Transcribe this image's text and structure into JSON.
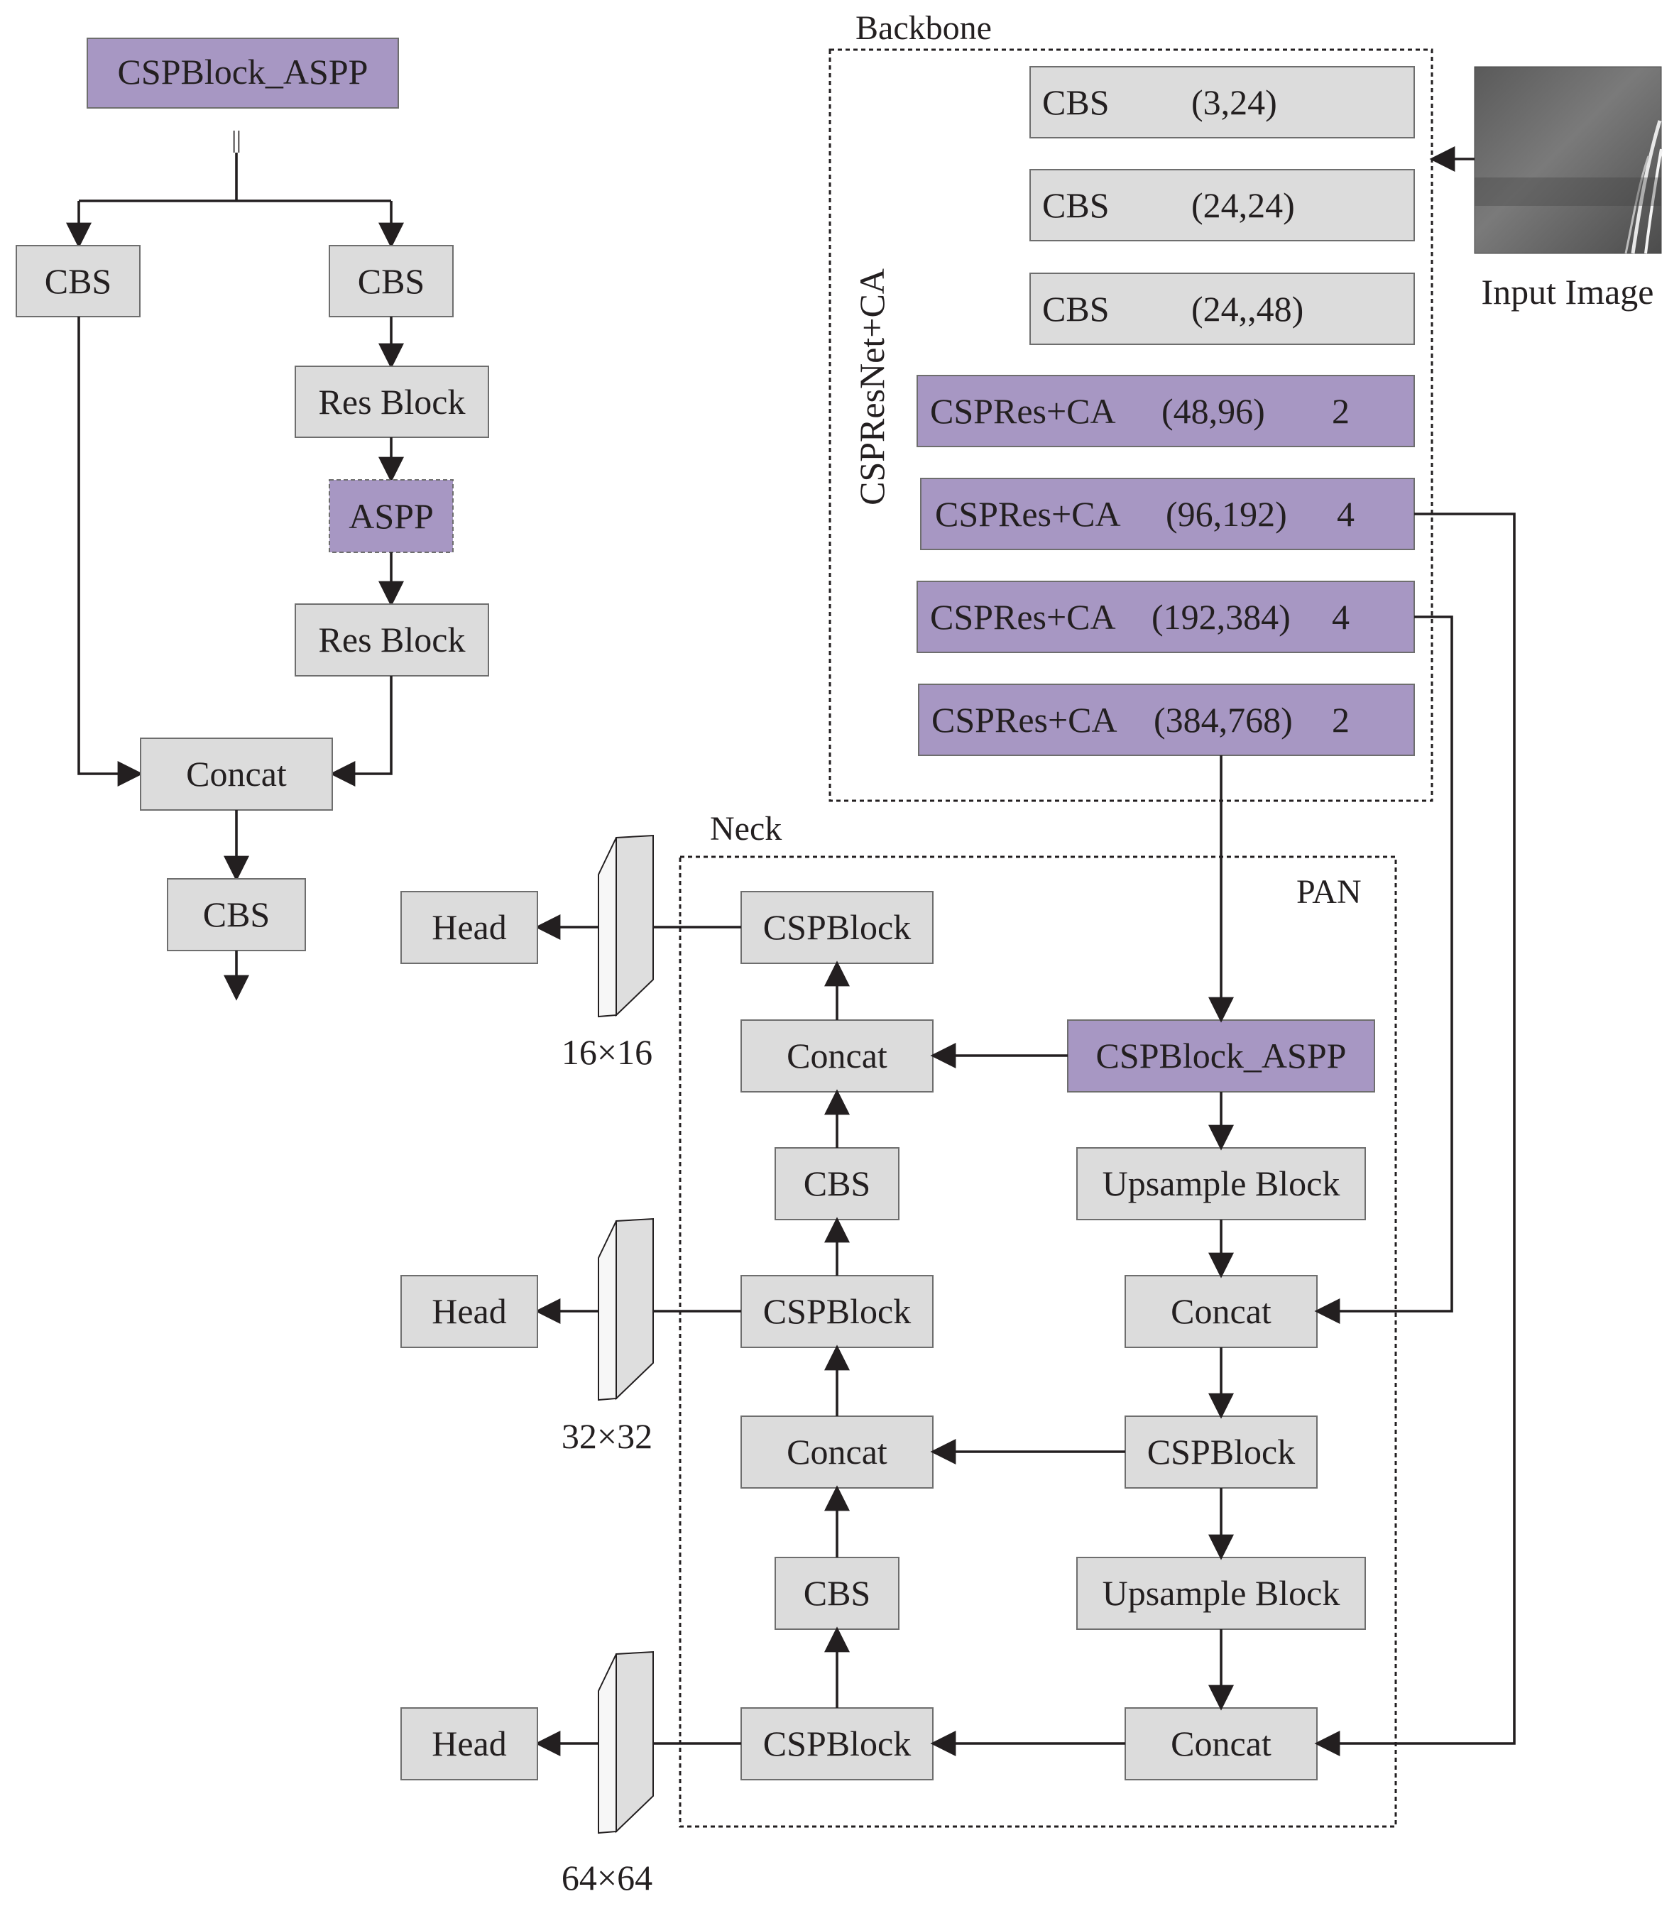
{
  "palette": {
    "purple_block": "#a797c3",
    "gray_block": "#dcdcdc",
    "line": "#231f20"
  },
  "cspblock_aspp_detail": {
    "title": "CSPBlock_ASPP",
    "equals_sign": "||",
    "left_cbs": "CBS",
    "right_cbs": "CBS",
    "res_block_1": "Res Block",
    "aspp": "ASPP",
    "res_block_2": "Res Block",
    "concat": "Concat",
    "out_cbs": "CBS"
  },
  "backbone": {
    "label": "Backbone",
    "side_label": "CSPResNet+CA",
    "input_caption": "Input Image",
    "layers": [
      {
        "name": "CBS",
        "channels": "(3,24)",
        "repeat": ""
      },
      {
        "name": "CBS",
        "channels": "(24,24)",
        "repeat": ""
      },
      {
        "name": "CBS",
        "channels": "(24,,48)",
        "repeat": ""
      },
      {
        "name": "CSPRes+CA",
        "channels": "(48,96)",
        "repeat": "2"
      },
      {
        "name": "CSPRes+CA",
        "channels": "(96,192)",
        "repeat": "4"
      },
      {
        "name": "CSPRes+CA",
        "channels": "(192,384)",
        "repeat": "4"
      },
      {
        "name": "CSPRes+CA",
        "channels": "(384,768)",
        "repeat": "2"
      }
    ]
  },
  "neck": {
    "label": "Neck",
    "pan_label": "PAN",
    "right_column": {
      "cspblock_aspp": "CSPBlock_ASPP",
      "upsample_1": "Upsample Block",
      "concat_1": "Concat",
      "cspblock": "CSPBlock",
      "upsample_2": "Upsample Block",
      "concat_2": "Concat"
    },
    "left_column": {
      "cspblock_top": "CSPBlock",
      "concat_top": "Concat",
      "cbs_upper": "CBS",
      "cspblock_mid": "CSPBlock",
      "concat_mid": "Concat",
      "cbs_lower": "CBS",
      "cspblock_bottom": "CSPBlock"
    }
  },
  "heads": [
    {
      "label": "Head",
      "resolution": "16×16"
    },
    {
      "label": "Head",
      "resolution": "32×32"
    },
    {
      "label": "Head",
      "resolution": "64×64"
    }
  ]
}
